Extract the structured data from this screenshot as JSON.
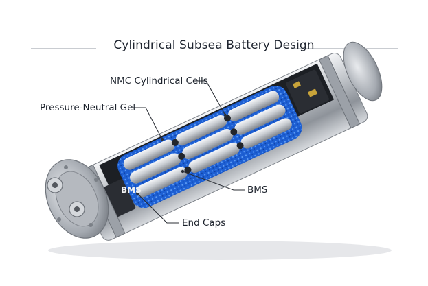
{
  "diagram": {
    "title": "Cylindrical Subsea Battery Design",
    "labels": {
      "cells": "NMC Cylindrical Cells",
      "gel": "Pressure-Neutral Gel",
      "bms_right": "BMS",
      "bms_case": "BMS",
      "end_caps": "End Caps"
    },
    "colors": {
      "gel": "#1e63d6",
      "housing": "#b8bcc2",
      "cell": "#cfd3d8",
      "electronics": "#2a2d33",
      "text": "#1c222c"
    }
  }
}
